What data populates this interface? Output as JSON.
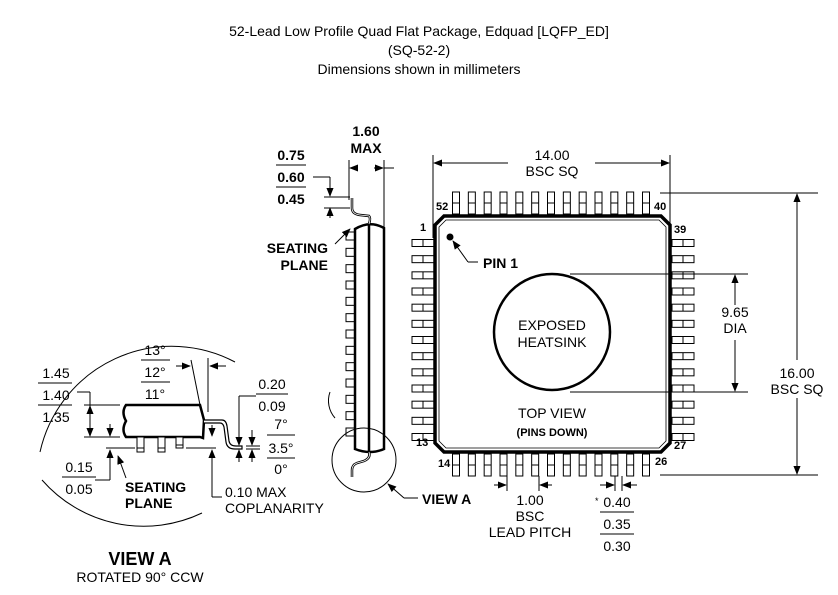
{
  "title": {
    "line1": "52-Lead Low Profile Quad Flat Package, Edquad [LQFP_ED]",
    "line2": "(SQ-52-2)",
    "line3": "Dimensions shown in millimeters"
  },
  "top_view": {
    "body_width": {
      "value": "14.00",
      "note": "BSC SQ"
    },
    "overall_width": {
      "value": "16.00",
      "note": "BSC SQ"
    },
    "heatsink": {
      "value": "9.65",
      "note": "DIA",
      "label_line1": "EXPOSED",
      "label_line2": "HEATSINK"
    },
    "pin1_label": "PIN 1",
    "view_label": "TOP VIEW",
    "view_sublabel": "(PINS DOWN)",
    "pin_numbers": {
      "p1": "1",
      "p13": "13",
      "p14": "14",
      "p26": "26",
      "p27": "27",
      "p39": "39",
      "p40": "40",
      "p52": "52"
    },
    "leads_per_side": 13,
    "lead_pitch": {
      "value": "1.00",
      "note1": "BSC",
      "note2": "LEAD PITCH"
    },
    "lead_width": {
      "marker": "*",
      "max": "0.40",
      "nom": "0.35",
      "min": "0.30"
    }
  },
  "side_view": {
    "height": {
      "value": "1.60",
      "note": "MAX"
    },
    "foot_length": {
      "max": "0.75",
      "nom": "0.60",
      "min": "0.45"
    },
    "seating_plane_line1": "SEATING",
    "seating_plane_line2": "PLANE",
    "view_callout": "VIEW A"
  },
  "view_a": {
    "title": "VIEW A",
    "subtitle": "ROTATED 90° CCW",
    "body_thickness": {
      "max": "1.45",
      "nom": "1.40",
      "min": "1.35"
    },
    "draft_angle": {
      "max": "13°",
      "nom": "12°",
      "min": "11°"
    },
    "lead_thickness": {
      "max": "0.20",
      "min": "0.09"
    },
    "foot_angle": {
      "max": "7°",
      "nom": "3.5°",
      "min": "0°"
    },
    "standoff": {
      "max": "0.15",
      "min": "0.05"
    },
    "seating_plane_line1": "SEATING",
    "seating_plane_line2": "PLANE",
    "coplanarity_line1": "0.10 MAX",
    "coplanarity_line2": "COPLANARITY"
  }
}
